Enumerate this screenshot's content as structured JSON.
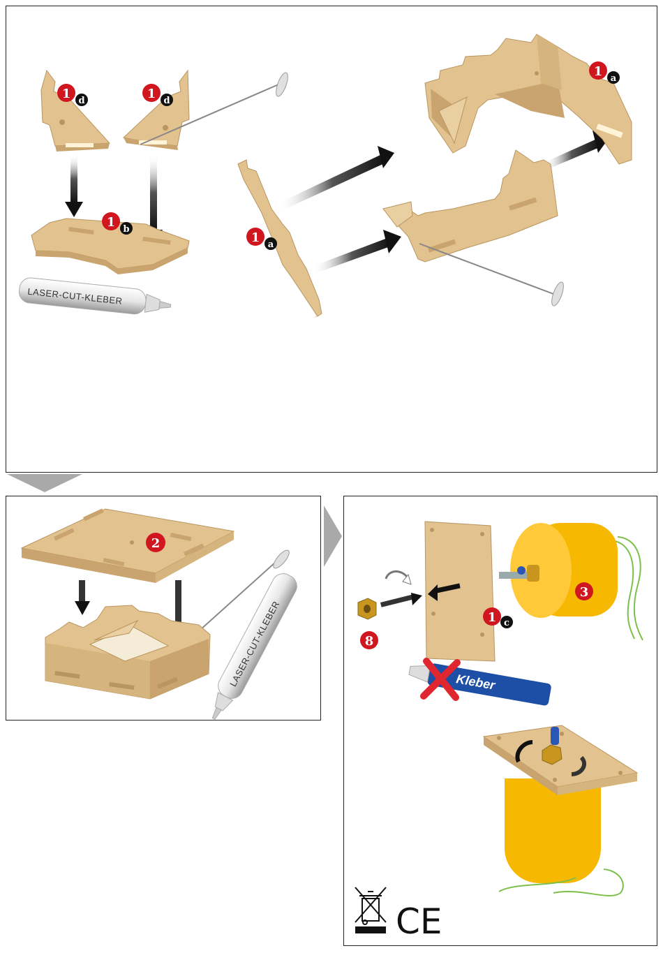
{
  "badges": {
    "top_d_left": {
      "num": "1",
      "letter": "d"
    },
    "top_d_right": {
      "num": "1",
      "letter": "d"
    },
    "top_b": {
      "num": "1",
      "letter": "b"
    },
    "top_a_center": {
      "num": "1",
      "letter": "a"
    },
    "top_a_right": {
      "num": "1",
      "letter": "a"
    },
    "lid": {
      "num": "2"
    },
    "motor": {
      "num": "3"
    },
    "plate_c": {
      "num": "1",
      "letter": "c"
    },
    "nut": {
      "num": "8"
    }
  },
  "glue_tube_label": "LASER-CUT-KLEBER",
  "glue_tube_label_2": "LASER-CUT-KLEBER",
  "crossed_tube_label": "Kleber",
  "ce_mark": "CE",
  "colors": {
    "wood": "#e2c28e",
    "wood_dark": "#b99560",
    "badge_red": "#d0161e",
    "badge_black": "#111111",
    "motor": "#f6b800",
    "wire": "#7cc04a",
    "arrow": "#111111"
  }
}
